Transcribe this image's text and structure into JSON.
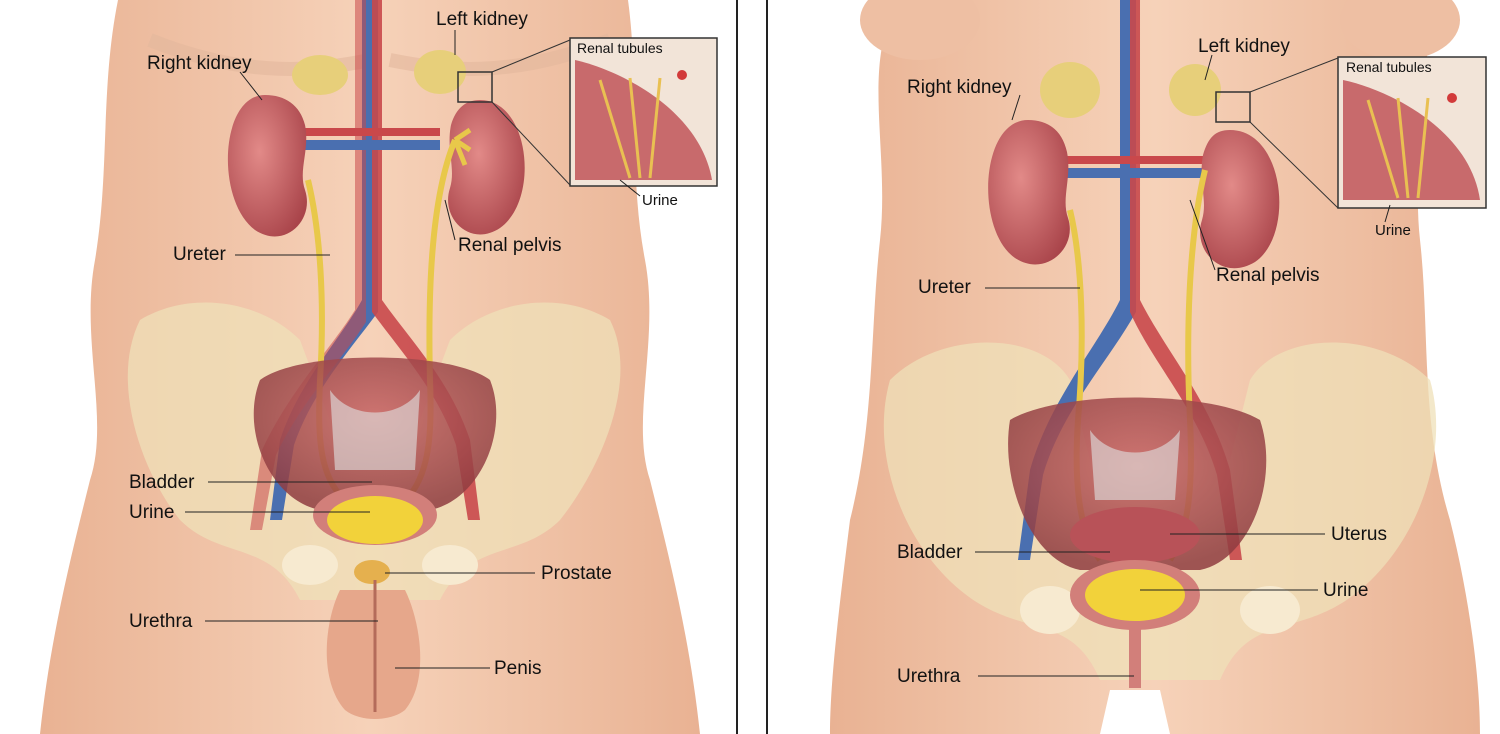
{
  "male": {
    "labels": {
      "right_kidney": "Right kidney",
      "left_kidney": "Left kidney",
      "renal_tubules": "Renal tubules",
      "urine_inset": "Urine",
      "ureter": "Ureter",
      "renal_pelvis": "Renal pelvis",
      "bladder": "Bladder",
      "urine": "Urine",
      "prostate": "Prostate",
      "urethra": "Urethra",
      "penis": "Penis"
    }
  },
  "female": {
    "labels": {
      "right_kidney": "Right kidney",
      "left_kidney": "Left kidney",
      "renal_tubules": "Renal tubules",
      "urine_inset": "Urine",
      "ureter": "Ureter",
      "renal_pelvis": "Renal pelvis",
      "uterus": "Uterus",
      "bladder": "Bladder",
      "urine": "Urine",
      "urethra": "Urethra"
    }
  },
  "colors": {
    "skin": "#f3c9ad",
    "kidney": "#c0575a",
    "vein": "#4a6fb0",
    "artery": "#c9484b",
    "ureter": "#e8c84a",
    "bone": "#efe0b8",
    "urine": "#f2d23a"
  }
}
